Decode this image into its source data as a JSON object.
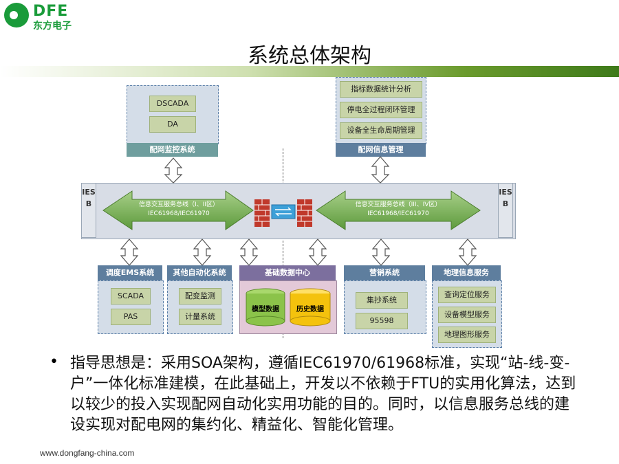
{
  "logo": {
    "brand": "DFE",
    "name_cn": "东方电子"
  },
  "title": "系统总体架构",
  "diagram": {
    "scada_group": {
      "items": [
        "DSCADA",
        "DA"
      ],
      "header": "配网监控系统"
    },
    "info_mgmt_group": {
      "items": [
        "指标数据统计分析",
        "停电全过程闭环管理",
        "设备全生命周期管理"
      ],
      "header": "配网信息管理"
    },
    "esb_left": "IESB",
    "esb_right": "IESB",
    "bus_left": {
      "line1": "信息交互服务总线（I、II区）",
      "line2": "IEC61968/IEC61970"
    },
    "bus_right": {
      "line1": "信息交互服务总线（III、IV区）",
      "line2": "IEC61968/IEC61970"
    },
    "ems": {
      "header": "调度EMS系统",
      "items": [
        "SCADA",
        "PAS"
      ]
    },
    "automation": {
      "header": "其他自动化系统",
      "items": [
        "配变监测",
        "计量系统"
      ]
    },
    "data_center": {
      "header": "基础数据中心",
      "items": [
        "模型数据",
        "历史数据"
      ]
    },
    "marketing": {
      "header": "营销系统",
      "items": [
        "集抄系统",
        "95598"
      ]
    },
    "gis": {
      "header": "地理信息服务",
      "items": [
        "查询定位服务",
        "设备模型服务",
        "地理图形服务"
      ]
    }
  },
  "bullet": "指导思想是：采用SOA架构，遵循IEC61970/61968标准，实现“站-线-变-户”一体化标准建模，在此基础上，开发以不依赖于FTU的实用化算法，达到以较少的投入实现配网自动化实用功能的目的。同时，以信息服务总线的建设实现对配电网的集约化、精益化、智能化管理。",
  "footer": "www.dongfang-china.com"
}
